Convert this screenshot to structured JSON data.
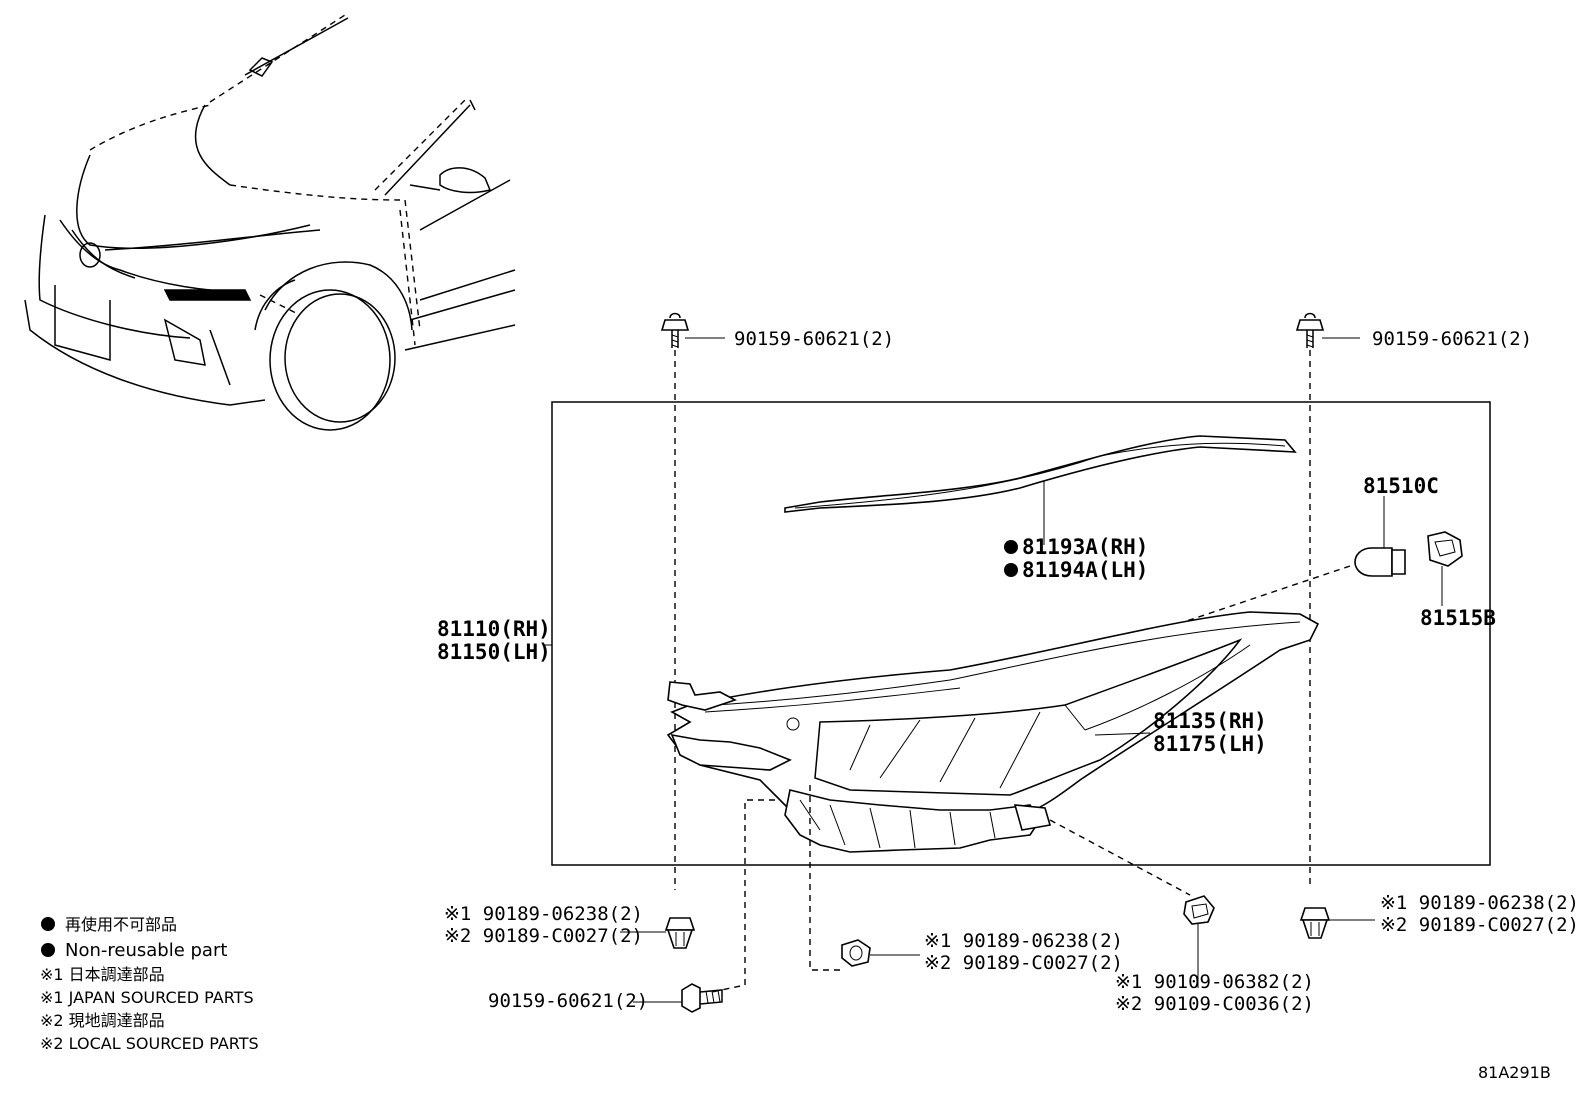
{
  "labels": {
    "bolt_top_left": "90159-60621(2)",
    "bolt_top_right": "90159-60621(2)",
    "bulb": "81510C",
    "socket": "81515B",
    "garnish_rh": "81193A(RH)",
    "garnish_lh": "81194A(LH)",
    "headlamp_rh": "81110(RH)",
    "headlamp_lh": "81150(LH)",
    "unit_rh": "81135(RH)",
    "unit_lh": "81175(LH)",
    "nut_left_1": "※1 90189-06238(2)",
    "nut_left_2": "※2 90189-C0027(2)",
    "nut_center_1": "※1 90189-06238(2)",
    "nut_center_2": "※2 90189-C0027(2)",
    "nut_right_1": "※1 90189-06238(2)",
    "nut_right_2": "※2 90189-C0027(2)",
    "screw_1": "※1 90109-06382(2)",
    "screw_2": "※2 90109-C0036(2)",
    "bolt_bottom": "90159-60621(2)"
  },
  "legend": {
    "line1": "再使用不可部品",
    "line2": "Non-reusable part",
    "line3": "※1 日本調達部品",
    "line4": "※1 JAPAN SOURCED PARTS",
    "line5": "※2 現地調達部品",
    "line6": "※2 LOCAL SOURCED PARTS"
  },
  "diagram_code": "81A291B"
}
